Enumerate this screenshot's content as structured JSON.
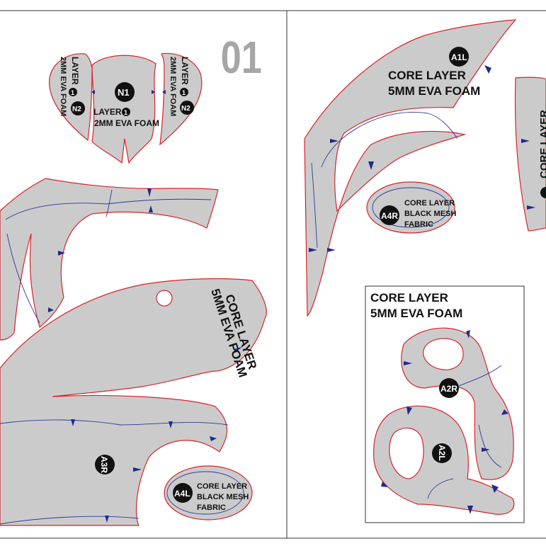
{
  "page_number": "01",
  "colors": {
    "piece_fill": "#cbcbcb",
    "cut_line": "#d8232a",
    "seam_line": "#2b3a9a",
    "badge": "#111111",
    "page_number": "#a6a6a6"
  },
  "labels": {
    "n_layer_left": "LAYER",
    "n_layer_left_mat": "2MM EVA FOAM",
    "n_layer_center": "LAYER",
    "n_layer_center_mat": "2MM EVA FOAM",
    "n_layer_right": "LAYER",
    "n_layer_right_mat": "2MM EVA FOAM",
    "layer_num": "1",
    "core_big_1": "CORE LAYER",
    "core_big_2": "5MM EVA FOAM",
    "a1l_1": "CORE LAYER",
    "a1l_2": "5MM EVA FOAM",
    "a4r_1": "CORE LAYER",
    "a4r_2": "BLACK MESH",
    "a4r_3": "FABRIC",
    "a4l_1": "CORE LAYER",
    "a4l_2": "BLACK MESH",
    "a4l_3": "FABRIC",
    "box_1": "CORE LAYER",
    "box_2": "5MM EVA FOAM",
    "edge_core": "CORE LAYER"
  },
  "badges": {
    "n1": "N1",
    "n2a": "N2",
    "n2b": "N2",
    "a1l": "A1L",
    "a4r": "A4R",
    "a4l": "A4L",
    "a2r": "A2R",
    "a2l": "A2L",
    "a3r": "A3R"
  }
}
